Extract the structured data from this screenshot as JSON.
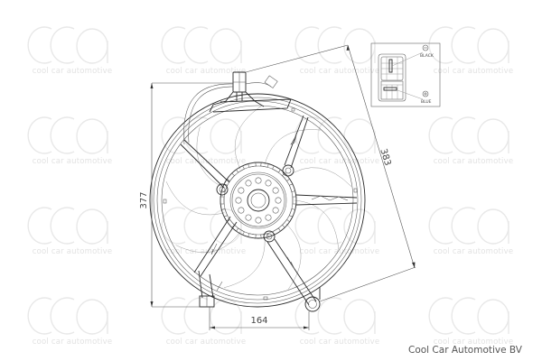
{
  "watermark": {
    "text": "cool car automotive",
    "logo": "cca"
  },
  "drawing": {
    "subject": "radiator cooling fan assembly",
    "blade_count": 9,
    "spoke_count": 5,
    "dimensions": {
      "height": "377",
      "diagonal": "383",
      "bottom_width": "164"
    },
    "connector": {
      "pin_top_label": "BLACK",
      "pin_bottom_label": "BLUE",
      "pin_top_symbol": "minus-icon",
      "pin_bottom_symbol": "plus-icon"
    }
  },
  "brand": {
    "name": "Cool Car Automotive BV"
  },
  "colors": {
    "line": "#2a2a2a",
    "watermark": "#e4e4e4",
    "background": "#ffffff"
  }
}
